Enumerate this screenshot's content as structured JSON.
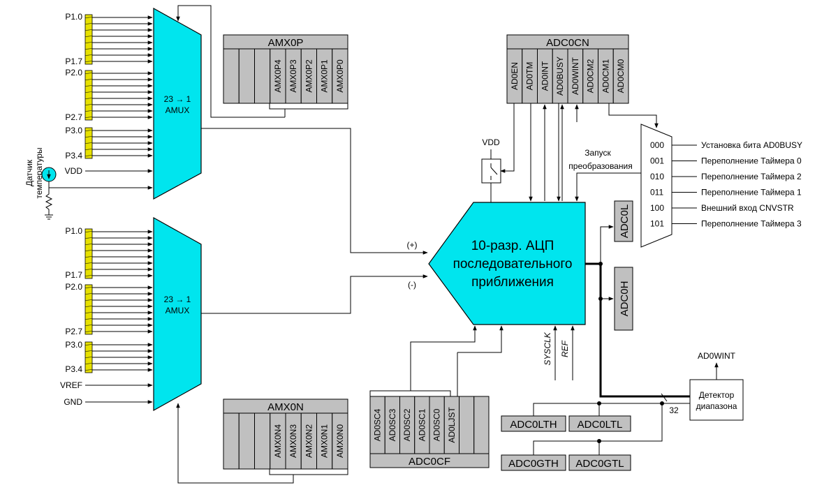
{
  "amux_top": {
    "label_line1": "23 → 1",
    "label_line2": "AMUX",
    "pin_labels": [
      "P1.0",
      "P1.7",
      "P2.0",
      "P2.7",
      "P3.0",
      "P3.4",
      "VDD"
    ]
  },
  "amux_bottom": {
    "label_line1": "23 → 1",
    "label_line2": "AMUX",
    "pin_labels": [
      "P1.0",
      "P1.7",
      "P2.0",
      "P2.7",
      "P3.0",
      "P3.4",
      "VREF",
      "GND"
    ]
  },
  "temp_sensor": {
    "line1": "Датчик",
    "line2": "температуры"
  },
  "amx0p": {
    "title": "AMX0P",
    "bits": [
      "",
      "",
      "",
      "AMX0P4",
      "AMX0P3",
      "AMX0P2",
      "AMX0P1",
      "AMX0P0"
    ]
  },
  "amx0n": {
    "title": "AMX0N",
    "bits": [
      "",
      "",
      "",
      "AMX0N4",
      "AMX0N3",
      "AMX0N2",
      "AMX0N1",
      "AMX0N0"
    ]
  },
  "adc0cn": {
    "title": "ADC0CN",
    "bits": [
      "AD0EN",
      "AD0TM",
      "AD0INT",
      "AD0BUSY",
      "AD0WINT",
      "AD0CM2",
      "AD0CM1",
      "AD0CM0"
    ]
  },
  "adc0cf": {
    "title": "ADC0CF",
    "bits": [
      "AD0SC4",
      "AD0SC3",
      "AD0SC2",
      "AD0SC1",
      "AD0SC0",
      "AD0LJST",
      "",
      ""
    ]
  },
  "adc_core": {
    "line1": "10-разр. АЦП",
    "line2": "последовательного",
    "line3": "приближения",
    "plus": "(+)",
    "minus": "(-)",
    "sysclk": "SYSCLK",
    "ref": "REF"
  },
  "vdd_switch": {
    "label": "VDD"
  },
  "start_conv": {
    "line1": "Запуск",
    "line2": "преобразования"
  },
  "conversion_sources": [
    {
      "code": "000",
      "desc": "Установка бита AD0BUSY"
    },
    {
      "code": "001",
      "desc": "Переполнение Таймера 0"
    },
    {
      "code": "010",
      "desc": "Переполнение Таймера 2"
    },
    {
      "code": "011",
      "desc": "Переполнение Таймера 1"
    },
    {
      "code": "100",
      "desc": "Внешний вход CNVSTR"
    },
    {
      "code": "101",
      "desc": "Переполнение Таймера 3"
    }
  ],
  "result_regs": {
    "low": "ADC0L",
    "high": "ADC0H"
  },
  "window_detector": {
    "out_label": "AD0WINT",
    "line1": "Детектор",
    "line2": "диапазона",
    "bus_width": "32"
  },
  "compare_regs": {
    "lth": "ADC0LTH",
    "ltl": "ADC0LTL",
    "gth": "ADC0GTH",
    "gtl": "ADC0GTL"
  }
}
